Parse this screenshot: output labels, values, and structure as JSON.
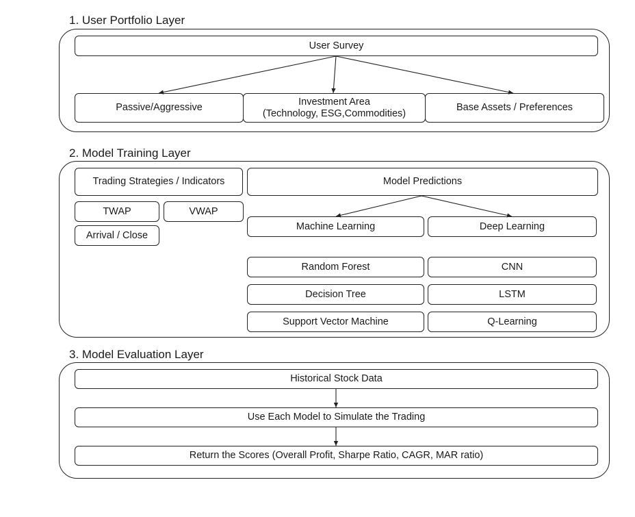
{
  "layer1": {
    "title": "1. User Portfolio Layer",
    "survey": "User Survey",
    "passive": "Passive/Aggressive",
    "investment_line1": "Investment Area",
    "investment_line2": "(Technology, ESG,Commodities)",
    "base_assets": "Base Assets / Preferences"
  },
  "layer2": {
    "title": "2. Model Training Layer",
    "strategies": "Trading Strategies / Indicators",
    "twap": "TWAP",
    "vwap": "VWAP",
    "arrival": "Arrival / Close",
    "predictions": "Model Predictions",
    "ml": "Machine Learning",
    "dl": "Deep Learning",
    "random_forest": "Random Forest",
    "decision_tree": "Decision Tree",
    "svm": "Support Vector Machine",
    "cnn": "CNN",
    "lstm": "LSTM",
    "qlearning": "Q-Learning"
  },
  "layer3": {
    "title": "3. Model Evaluation Layer",
    "historical": "Historical Stock Data",
    "simulate": "Use Each Model to Simulate the Trading",
    "scores": "Return the Scores (Overall Profit, Sharpe Ratio, CAGR, MAR ratio)"
  }
}
